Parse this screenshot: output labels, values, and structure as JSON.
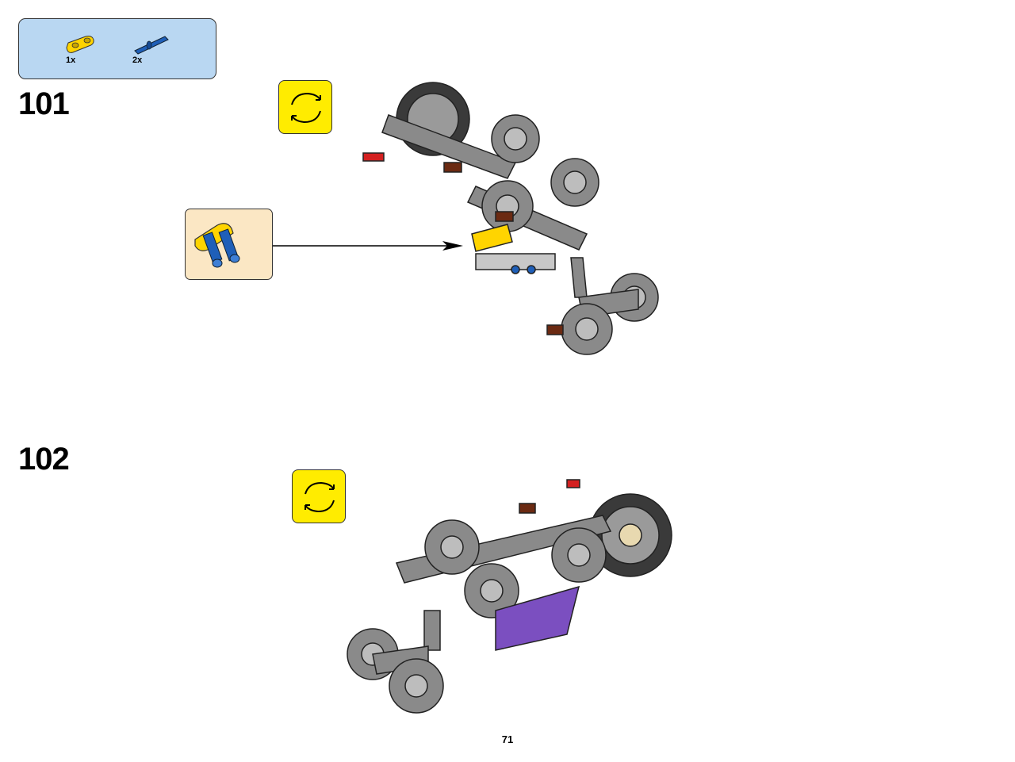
{
  "parts_list": {
    "items": [
      {
        "icon": "yellow-beam-part-icon",
        "quantity": "1x"
      },
      {
        "icon": "blue-axle-pin-part-icon",
        "quantity": "2x"
      }
    ]
  },
  "steps": [
    {
      "number": "101",
      "rotate_icon": "rotate-model-icon"
    },
    {
      "number": "102",
      "rotate_icon": "rotate-model-icon"
    }
  ],
  "colors": {
    "parts_box_bg": "#b9d7f2",
    "subassembly_bg": "#fbe7c4",
    "rotate_bg": "#ffec00",
    "part_yellow": "#ffd400",
    "part_blue": "#1f5fb8",
    "part_gray": "#8a8a8a",
    "part_purple": "#7b4fc0",
    "part_red": "#d42020",
    "part_brown": "#6b2a12"
  },
  "page": {
    "number": "71"
  }
}
